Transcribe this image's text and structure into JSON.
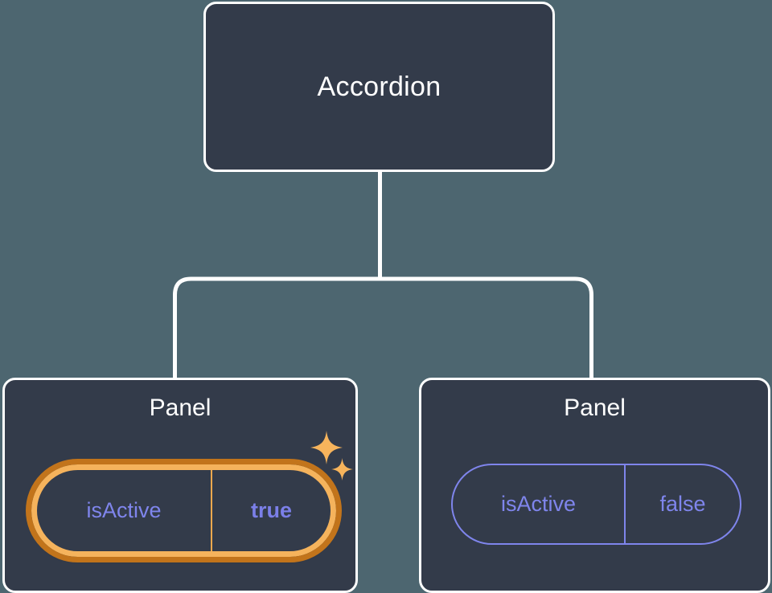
{
  "theme": {
    "background": "#4d6670",
    "card_fill": "#333b4a",
    "card_border": "#ffffff",
    "connector": "#ffffff",
    "prop_text": "#7f85ec",
    "prop_border": "#7f85ec",
    "highlight_ring_inner": "#f5b35c",
    "highlight_ring_outer": "#c2741b",
    "highlight_value_text": "#7b7fe8",
    "sparkle": "#f7b45c"
  },
  "tree": {
    "root": {
      "title": "Accordion"
    },
    "children": [
      {
        "title": "Panel",
        "prop": {
          "key": "isActive",
          "value": "true"
        },
        "highlighted": true,
        "sparkles": [
          "sparkle-large-icon",
          "sparkle-small-icon"
        ]
      },
      {
        "title": "Panel",
        "prop": {
          "key": "isActive",
          "value": "false"
        },
        "highlighted": false
      }
    ]
  },
  "connectors": {
    "icon": "tree-connector-lines"
  }
}
